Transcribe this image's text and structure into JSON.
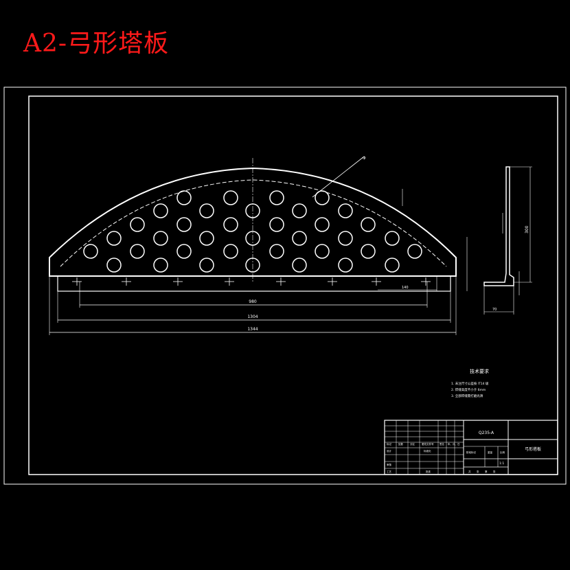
{
  "title": "A2-弓形塔板",
  "colors": {
    "background": "#000000",
    "title": "#ff1a1a",
    "lines": "#ffffff"
  },
  "plate": {
    "dimensions": {
      "d1": "980",
      "d2": "1304",
      "d3": "1344",
      "d4": "140"
    },
    "side_view": {
      "height": "300",
      "width": "70"
    }
  },
  "tech_notes": {
    "heading": "技术要求",
    "items": [
      "1. 未注尺寸公差按 IT14 级",
      "2. 焊缝高度不小于 6mm",
      "3. 全部焊缝需打磨光滑"
    ]
  },
  "title_block": {
    "material": "Q235-A",
    "name": "弓形塔板",
    "scale": "1:1",
    "cells": [
      "标记",
      "处数",
      "分区",
      "更改文件号",
      "签名",
      "年、月、日",
      "设计",
      "标准化",
      "阶段标记",
      "重量",
      "比例",
      "审核",
      "工艺",
      "批准",
      "共",
      "张",
      "第",
      "张"
    ]
  }
}
